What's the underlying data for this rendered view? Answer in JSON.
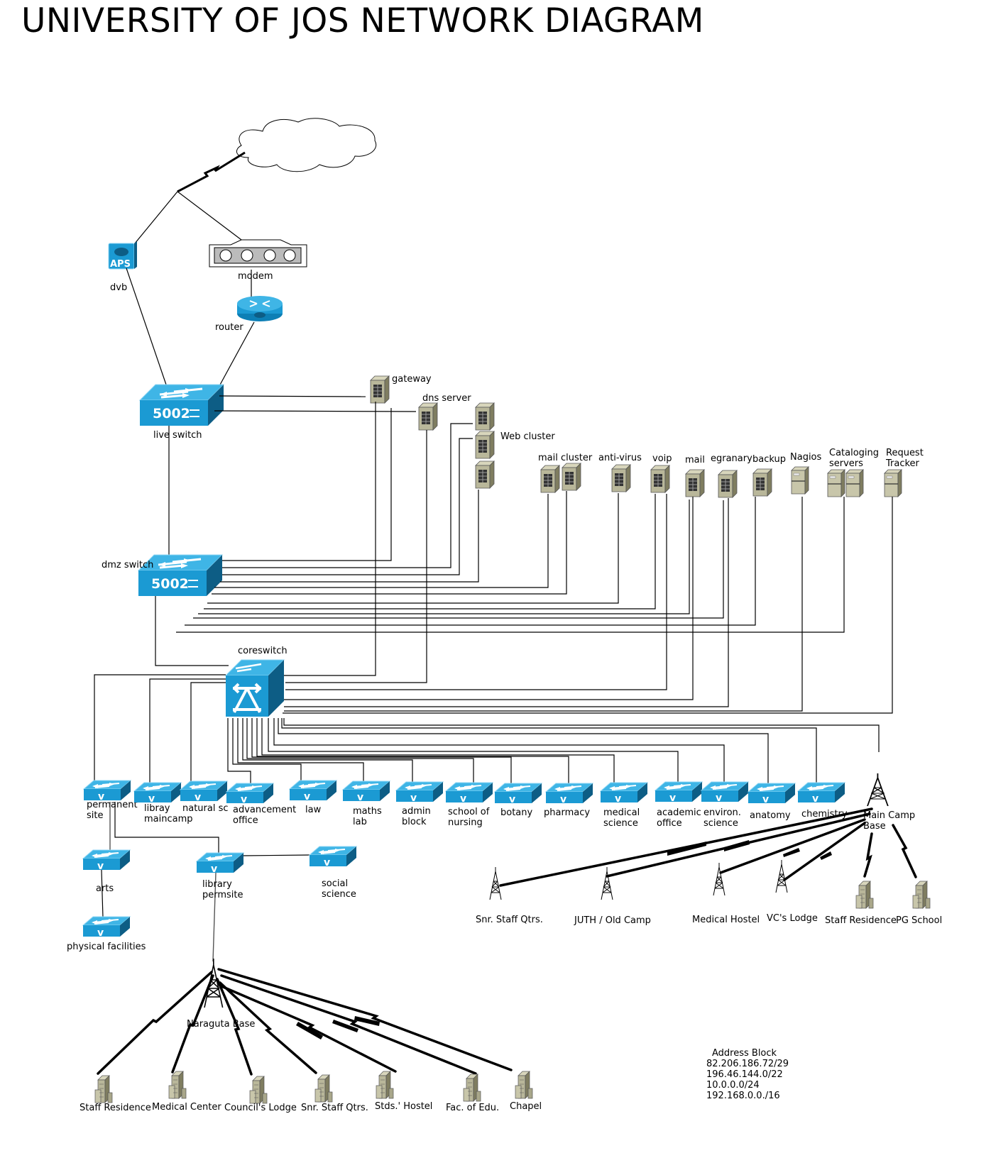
{
  "title": "UNIVERSITY OF JOS NETWORK DIAGRAM",
  "internet": {
    "label": ""
  },
  "edge_devices": {
    "dvb": {
      "label": "dvb",
      "badge": "APS"
    },
    "modem": {
      "label": "modem"
    },
    "router": {
      "label": "router"
    }
  },
  "switches": {
    "live": {
      "label": "live switch",
      "model": "5002"
    },
    "dmz": {
      "label": "dmz switch",
      "model": "5002"
    },
    "core": {
      "label": "coreswitch"
    }
  },
  "servers": [
    {
      "label": "gateway"
    },
    {
      "label": "dns server"
    },
    {
      "label": "Web cluster"
    },
    {
      "label": "mail cluster"
    },
    {
      "label": "anti-virus"
    },
    {
      "label": "voip"
    },
    {
      "label": "mail"
    },
    {
      "label": "egranary"
    },
    {
      "label": "backup"
    },
    {
      "label": "Nagios"
    },
    {
      "label": "Cataloging servers"
    },
    {
      "label": "Request Tracker"
    }
  ],
  "access_switches": [
    {
      "label": "permanent site"
    },
    {
      "label": "libray maincamp"
    },
    {
      "label": "natural sc"
    },
    {
      "label": "advancement office"
    },
    {
      "label": "law"
    },
    {
      "label": "maths lab"
    },
    {
      "label": "admin block"
    },
    {
      "label": "school of nursing"
    },
    {
      "label": "botany"
    },
    {
      "label": "pharmacy"
    },
    {
      "label": "medical science"
    },
    {
      "label": "academic office"
    },
    {
      "label": "environ. science"
    },
    {
      "label": "anatomy"
    },
    {
      "label": "chemistry"
    }
  ],
  "perm_site_switches": [
    {
      "label": "arts"
    },
    {
      "label": "library permsite"
    },
    {
      "label": "social science"
    },
    {
      "label": "physical facilities"
    }
  ],
  "main_camp": {
    "label": "Main Camp Base",
    "links": [
      {
        "label": "Snr. Staff Qtrs."
      },
      {
        "label": "JUTH / Old Camp"
      },
      {
        "label": "Medical Hostel"
      },
      {
        "label": "VC's Lodge"
      },
      {
        "label": "Staff Residence"
      },
      {
        "label": "PG School"
      }
    ]
  },
  "naraguta": {
    "label": "Naraguta Base",
    "links": [
      {
        "label": "Staff Residence"
      },
      {
        "label": "Medical Center"
      },
      {
        "label": "Council's Lodge"
      },
      {
        "label": "Snr. Staff Qtrs."
      },
      {
        "label": "Stds.' Hostel"
      },
      {
        "label": "Fac. of Edu."
      },
      {
        "label": "Chapel"
      }
    ]
  },
  "address_block": {
    "heading": "Address Block",
    "entries": [
      "82.206.186.72/29",
      "196.46.144.0/22",
      "10.0.0.0/24",
      "192.168.0.0./16"
    ]
  },
  "colors": {
    "switch_top": "#3fb5e6",
    "switch_front": "#1b8fc6",
    "switch_side": "#0d5d85",
    "server": "#b9b79a",
    "server_side": "#7f7d60"
  }
}
